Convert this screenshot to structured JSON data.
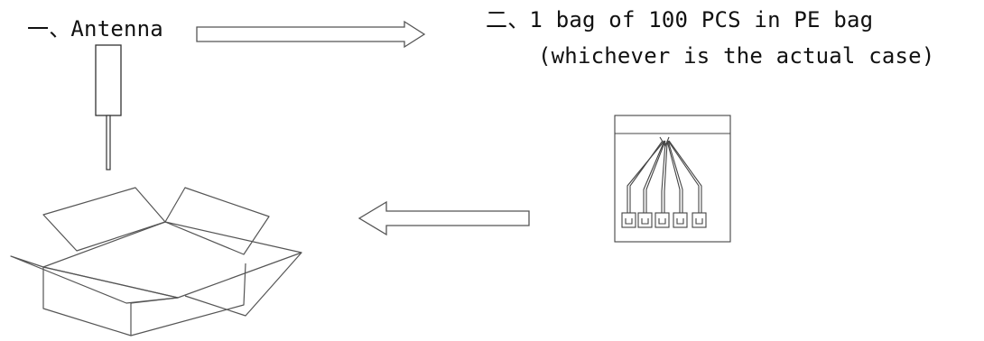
{
  "steps": {
    "step1": {
      "text": "一、Antenna"
    },
    "step2": {
      "line1": "二、1 bag of 100 PCS in PE bag",
      "line2": "(whichever is the actual case)"
    }
  },
  "colors": {
    "stroke": "#555555",
    "text": "#111111"
  },
  "icons": {
    "antenna": "antenna-icon",
    "pe_bag": "pe-bag-icon",
    "carton": "open-carton-box-icon",
    "arrow_right": "arrow-right-icon",
    "arrow_left": "arrow-left-icon"
  }
}
